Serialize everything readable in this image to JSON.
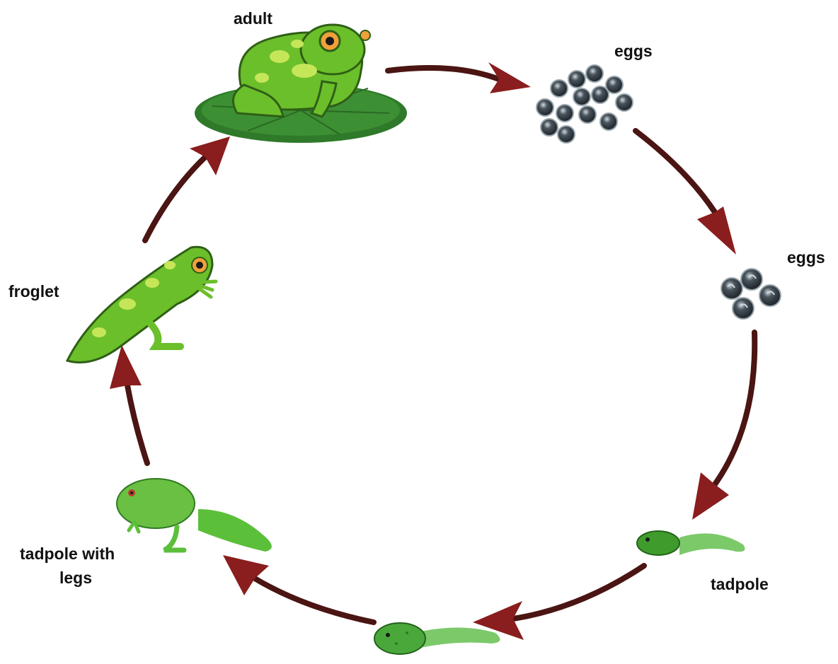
{
  "diagram": {
    "colors": {
      "arrow": "#4a1512",
      "arrowhead": "#8a1d1d",
      "frog_green": "#6bbf2a",
      "frog_spots": "#c6e65a",
      "lily_pad": "#2f7a2a",
      "egg": "#2b3138",
      "tadpole": "#3f9c2c"
    },
    "stages": [
      {
        "id": "adult",
        "label": "adult",
        "icon": "adult-frog-on-lily-pad"
      },
      {
        "id": "eggs-cluster",
        "label": "eggs",
        "icon": "egg-cluster"
      },
      {
        "id": "eggs-small",
        "label": "eggs",
        "icon": "developing-eggs"
      },
      {
        "id": "tadpole",
        "label": "tadpole",
        "icon": "tadpole"
      },
      {
        "id": "tadpole-young",
        "label": "",
        "icon": "growing-tadpole"
      },
      {
        "id": "tadpole-with-legs",
        "label_line1": "tadpole with",
        "label_line2": "legs",
        "icon": "tadpole-with-legs"
      },
      {
        "id": "froglet",
        "label": "froglet",
        "icon": "froglet"
      }
    ]
  }
}
